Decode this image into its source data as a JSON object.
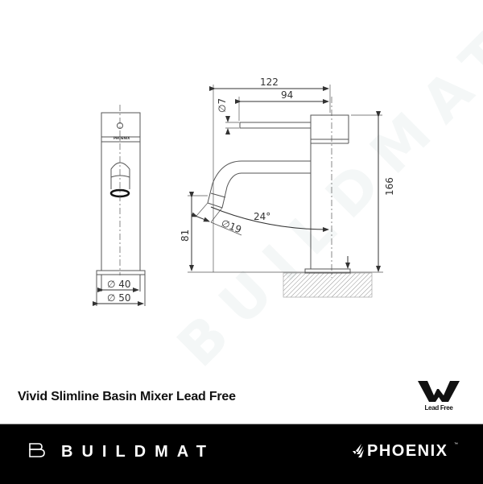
{
  "drawing": {
    "front_view": {
      "brand_mark": "PHOENIX",
      "dimensions": {
        "inner_diameter": "∅ 40",
        "outer_diameter": "∅ 50"
      }
    },
    "side_view": {
      "dimensions": {
        "overall_length": "122",
        "handle_length": "94",
        "handle_diameter": "∅7",
        "height": "166",
        "outlet_height": "81",
        "outlet_diameter": "∅19",
        "spout_angle": "24°"
      }
    },
    "watermark": "BUILDMAT",
    "colors": {
      "line": "#555555",
      "hatch": "#777777",
      "watermark": "#f2f4f4"
    }
  },
  "product": {
    "title": "Vivid Slimline Basin Mixer Lead Free"
  },
  "certification": {
    "label": "Lead Free",
    "mark": "W"
  },
  "footer": {
    "left_brand": "BUILDMAT",
    "right_brand": "PHOENIX",
    "trademark": "™",
    "background": "#000000",
    "text_color": "#ffffff"
  }
}
